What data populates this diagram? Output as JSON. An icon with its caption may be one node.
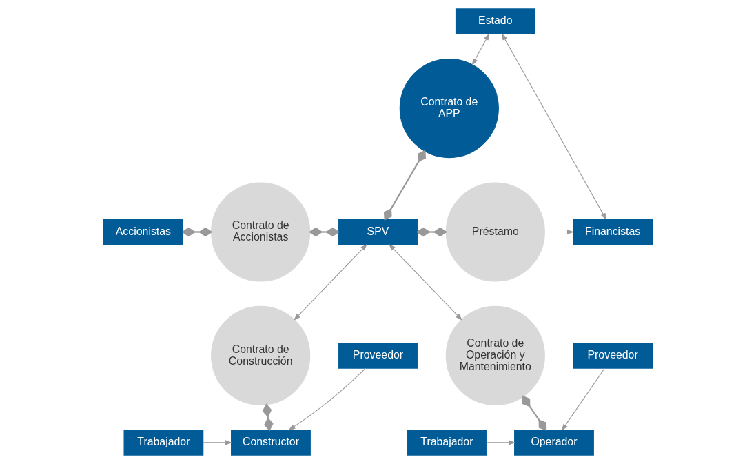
{
  "diagram": {
    "nodes": [
      {
        "text": [
          "Estado"
        ]
      },
      {
        "text": [
          "Contrato de APP"
        ]
      },
      {
        "text": [
          "Accionistas"
        ]
      },
      {
        "text": [
          "Contrato de Accionistas"
        ]
      },
      {
        "text": [
          "SPV"
        ]
      },
      {
        "text": [
          "Préstamo"
        ]
      },
      {
        "text": [
          "Financistas"
        ]
      },
      {
        "text": [
          "Contrato de Construcción"
        ]
      },
      {
        "text": [
          "Contrato de Operación y Mantenimiento"
        ]
      },
      {
        "text": [
          "Trabajador"
        ]
      },
      {
        "text": [
          "Constructor"
        ]
      },
      {
        "text": [
          "Operador"
        ]
      },
      {
        "text": [
          "Trabajador"
        ]
      },
      {
        "text": [
          "Proveedor"
        ]
      },
      {
        "text": [
          "Proveedor"
        ]
      }
    ],
    "edges": [
      {
        "from": 0,
        "to": 1,
        "arrow": "both"
      },
      {
        "from": 1,
        "to": 4,
        "arrow": "other"
      },
      {
        "from": 2,
        "to": 3,
        "arrow": "other"
      },
      {
        "from": 3,
        "to": 4,
        "arrow": "other"
      },
      {
        "from": 4,
        "to": 5,
        "arrow": "other"
      },
      {
        "from": 5,
        "to": 6,
        "arrow": "to"
      },
      {
        "from": 6,
        "to": 0,
        "arrow": "both"
      },
      {
        "from": 4,
        "to": 7,
        "arrow": "both"
      },
      {
        "from": 4,
        "to": 8,
        "arrow": "both"
      },
      {
        "from": 7,
        "to": 10,
        "arrow": "other"
      },
      {
        "from": 8,
        "to": 11,
        "arrow": "other"
      },
      {
        "from": 9,
        "to": 10,
        "arrow": "to"
      },
      {
        "from": 12,
        "to": 11,
        "arrow": "to"
      },
      {
        "from": 13,
        "to": 10,
        "arrow": "to"
      },
      {
        "from": 14,
        "to": 11,
        "arrow": "to"
      }
    ]
  }
}
